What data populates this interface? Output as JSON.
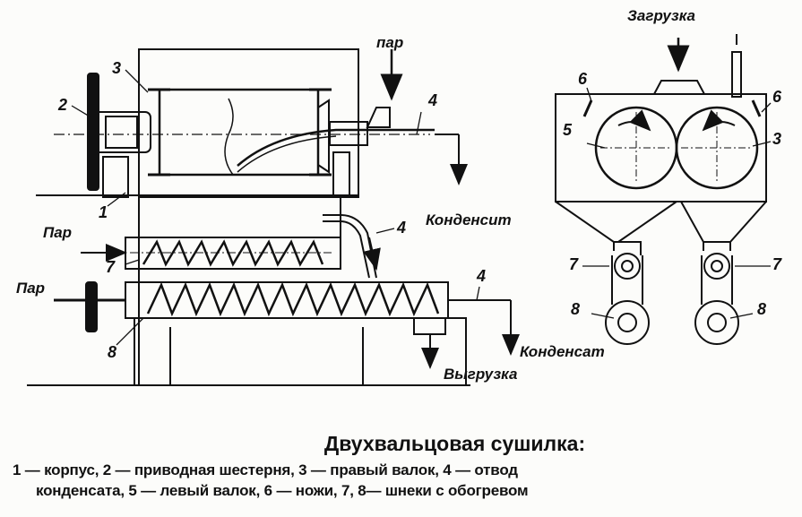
{
  "labels": {
    "n1": "1",
    "n2": "2",
    "n3_left": "3",
    "n3_right": "3",
    "n4_top": "4",
    "n4_mid": "4",
    "n4_low": "4",
    "n5": "5",
    "n6_left": "6",
    "n6_right": "6",
    "n7_left": "7",
    "n7_mid": "7",
    "n7_right": "7",
    "n8_left": "8",
    "n8_mid": "8",
    "n8_right": "8",
    "steam_top": "пар",
    "steam_mid": "Пар",
    "steam_low": "Пар",
    "condensate_top": "Конденсит",
    "condensate_low": "Конденсат",
    "unloading": "Выгрузка",
    "loading": "Загрузка"
  },
  "caption": {
    "title": "Двухвальцовая сушилка:",
    "line1": "1 — корпус, 2 — приводная шестерня, 3 — правый валок, 4 — отвод",
    "line2": "конденсата, 5 — левый валок, 6 — ножи, 7, 8— шнеки с обогревом"
  }
}
